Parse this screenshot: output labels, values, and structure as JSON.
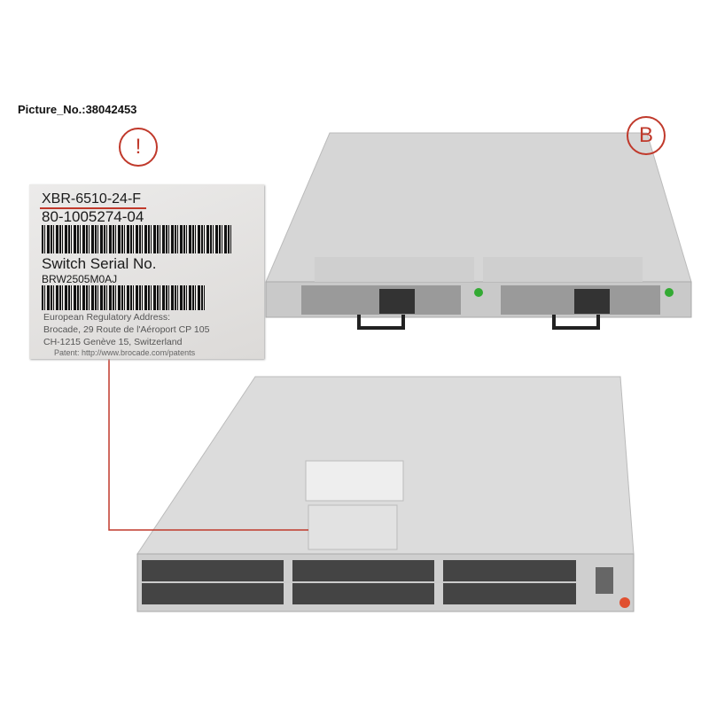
{
  "picture_number": "Picture_No.:38042453",
  "markers": {
    "attention": "!",
    "view_b": "B"
  },
  "label": {
    "model": "XBR-6510-24-F",
    "part_number": "80-1005274-04",
    "serial_heading": "Switch Serial No.",
    "serial_number": "BRW2505M0AJ",
    "address_line1": "European Regulatory Address:",
    "address_line2": "Brocade, 29 Route de l'Aéroport CP 105",
    "address_line3": "CH-1215 Genève 15, Switzerland",
    "patent": "Patent: http://www.brocade.com/patents"
  },
  "colors": {
    "accent": "#c0392b",
    "chassis": "#d9d9d9"
  }
}
